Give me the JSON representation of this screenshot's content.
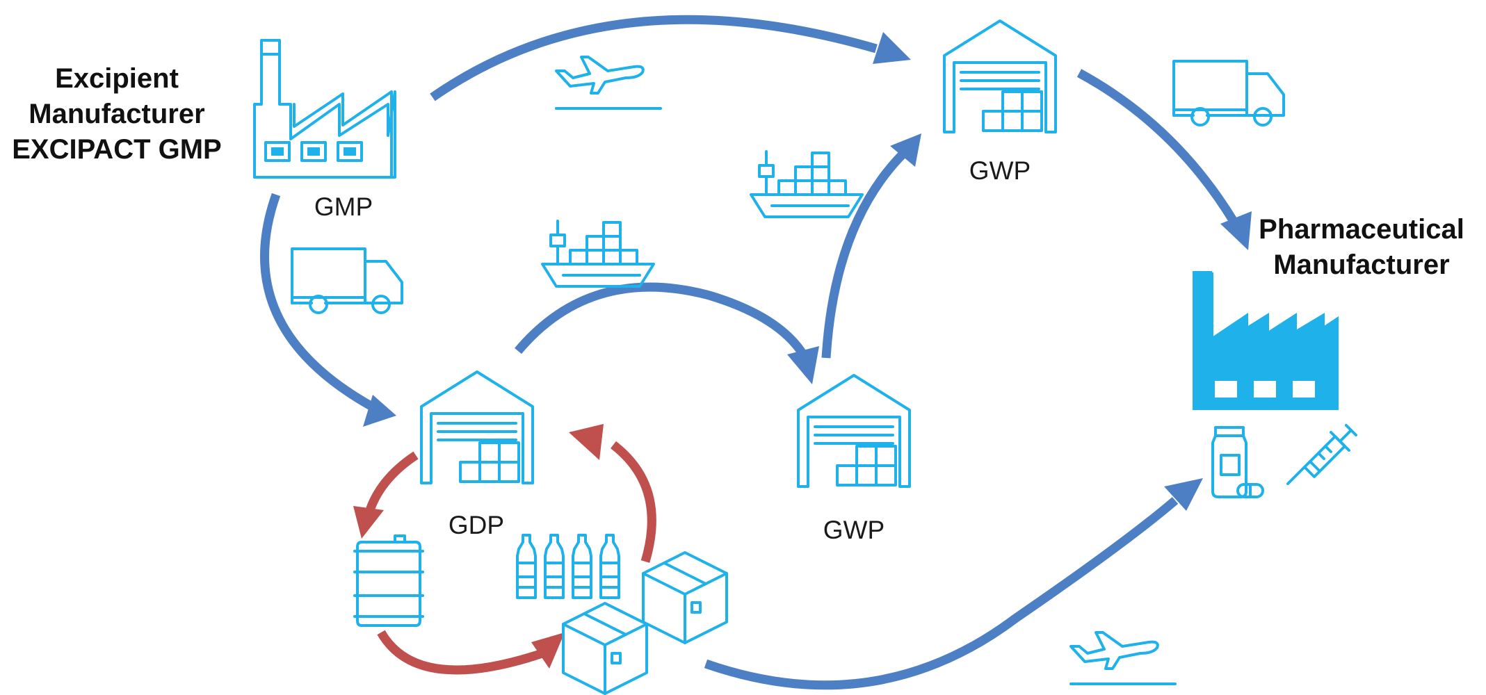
{
  "labels": {
    "excipient_line1": "Excipient",
    "excipient_line2": "Manufacturer",
    "excipient_line3": "EXCIPACT GMP",
    "gmp": "GMP",
    "gwp_top": "GWP",
    "gdp": "GDP",
    "gwp_mid": "GWP",
    "pharma_line1": "Pharmaceutical",
    "pharma_line2": "Manufacturer"
  },
  "colors": {
    "icon": "#1eb1ea",
    "flow_arrow": "#4d7fc4",
    "repack_arrow": "#c0504d",
    "text": "#111111"
  },
  "icons": [
    "factory-outline-icon",
    "factory-filled-icon",
    "warehouse-icon",
    "truck-icon",
    "airplane-icon",
    "cargo-ship-icon",
    "drum-icon",
    "bottles-icon",
    "box-icon",
    "pill-bottle-icon",
    "syringe-icon"
  ]
}
